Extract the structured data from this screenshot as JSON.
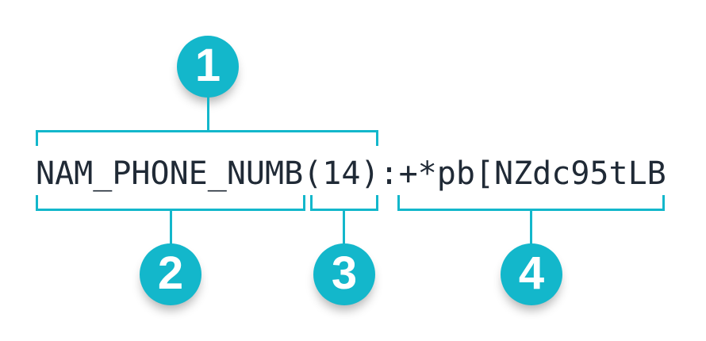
{
  "diagram": {
    "token": {
      "field_name": "NAM_PHONE_NUMB",
      "length": "(14)",
      "separator": ":",
      "masked_value": "+*pb[NZdc95tLB"
    },
    "callouts": [
      "1",
      "2",
      "3",
      "4"
    ],
    "colors": {
      "accent": "#13b7cb",
      "text": "#202a36",
      "background": "#ffffff"
    }
  }
}
